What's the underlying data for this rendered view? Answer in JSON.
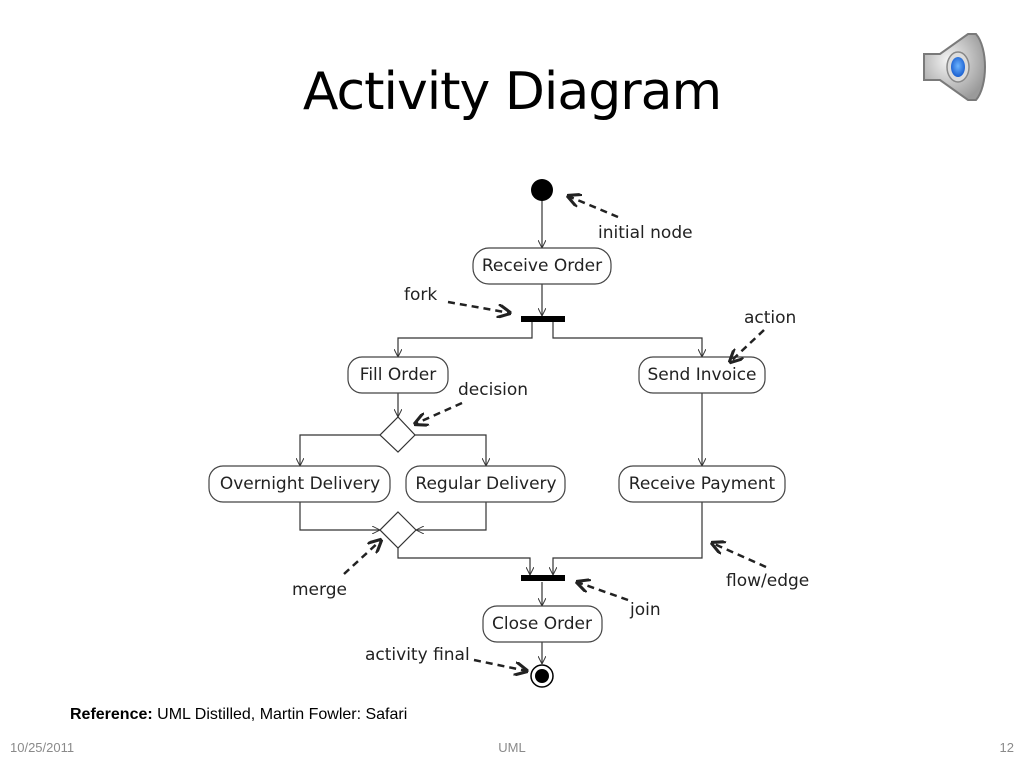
{
  "slide": {
    "title": "Activity Diagram",
    "reference_label": "Reference:",
    "reference_text": " UML Distilled, Martin Fowler: Safari",
    "footer_date": "10/25/2011",
    "footer_center": "UML",
    "page_number": "12",
    "speaker_icon": "speaker-icon"
  },
  "diagram": {
    "actions": {
      "receive_order": "Receive Order",
      "fill_order": "Fill Order",
      "send_invoice": "Send Invoice",
      "overnight_delivery": "Overnight Delivery",
      "regular_delivery": "Regular Delivery",
      "receive_payment": "Receive Payment",
      "close_order": "Close Order"
    },
    "annotations": {
      "initial_node": "initial node",
      "fork": "fork",
      "action": "action",
      "decision": "decision",
      "merge": "merge",
      "flow_edge": "flow/edge",
      "join": "join",
      "activity_final": "activity final"
    }
  }
}
